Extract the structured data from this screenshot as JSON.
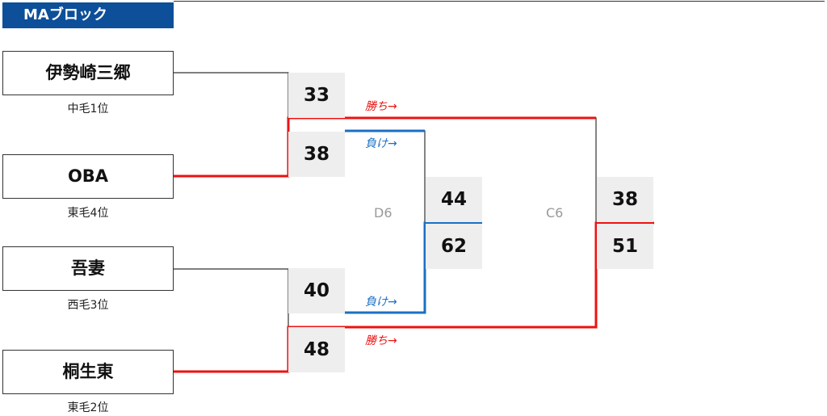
{
  "block": {
    "title": "MAブロック"
  },
  "teams": [
    {
      "name": "伊勢崎三郷",
      "seed": "中毛1位"
    },
    {
      "name": "OBA",
      "seed": "東毛4位"
    },
    {
      "name": "吾妻",
      "seed": "西毛3位"
    },
    {
      "name": "桐生東",
      "seed": "東毛2位"
    }
  ],
  "matches": [
    {
      "scores": [
        "33",
        "38"
      ]
    },
    {
      "scores": [
        "40",
        "48"
      ]
    },
    {
      "code": "D6",
      "scores": [
        "44",
        "62"
      ]
    },
    {
      "code": "C6",
      "scores": [
        "38",
        "51"
      ]
    }
  ],
  "notes": {
    "win": "勝ち→",
    "lose": "負け→"
  },
  "colors": {
    "header": "#0d4f98",
    "win_line": "#ee1111",
    "lose_line": "#1a6fc4",
    "line": "#333333"
  }
}
